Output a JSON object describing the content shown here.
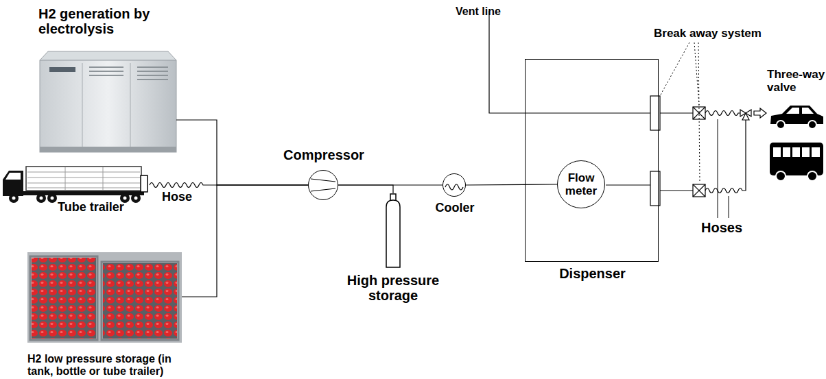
{
  "diagram": {
    "nodes": [
      {
        "text": [
          "H2 generation by electrolysis"
        ]
      },
      {
        "text": [
          "Tube trailer"
        ]
      },
      {
        "text": [
          "H2 low pressure storage (in tank, bottle or tube trailer)"
        ]
      },
      {
        "text": [
          "Compressor"
        ]
      },
      {
        "text": [
          "High pressure storage"
        ]
      },
      {
        "text": [
          "Cooler"
        ]
      },
      {
        "text": [
          "Dispenser"
        ]
      },
      {
        "text": [
          "Flow meter"
        ],
        "in": 6
      }
    ],
    "edges": [
      {
        "from": 0,
        "to": 3,
        "arrow": "none"
      },
      {
        "from": 1,
        "to": 3,
        "label": "Hose",
        "arrow": "none"
      },
      {
        "from": 2,
        "to": 3,
        "arrow": "none"
      },
      {
        "from": 3,
        "to": 4,
        "arrow": "none"
      },
      {
        "from": 3,
        "to": 5,
        "arrow": "none"
      },
      {
        "from": 5,
        "to": 7,
        "arrow": "none"
      }
    ],
    "labels": [
      "Vent line",
      "Break away system",
      "Three-way valve",
      "Hoses"
    ]
  }
}
